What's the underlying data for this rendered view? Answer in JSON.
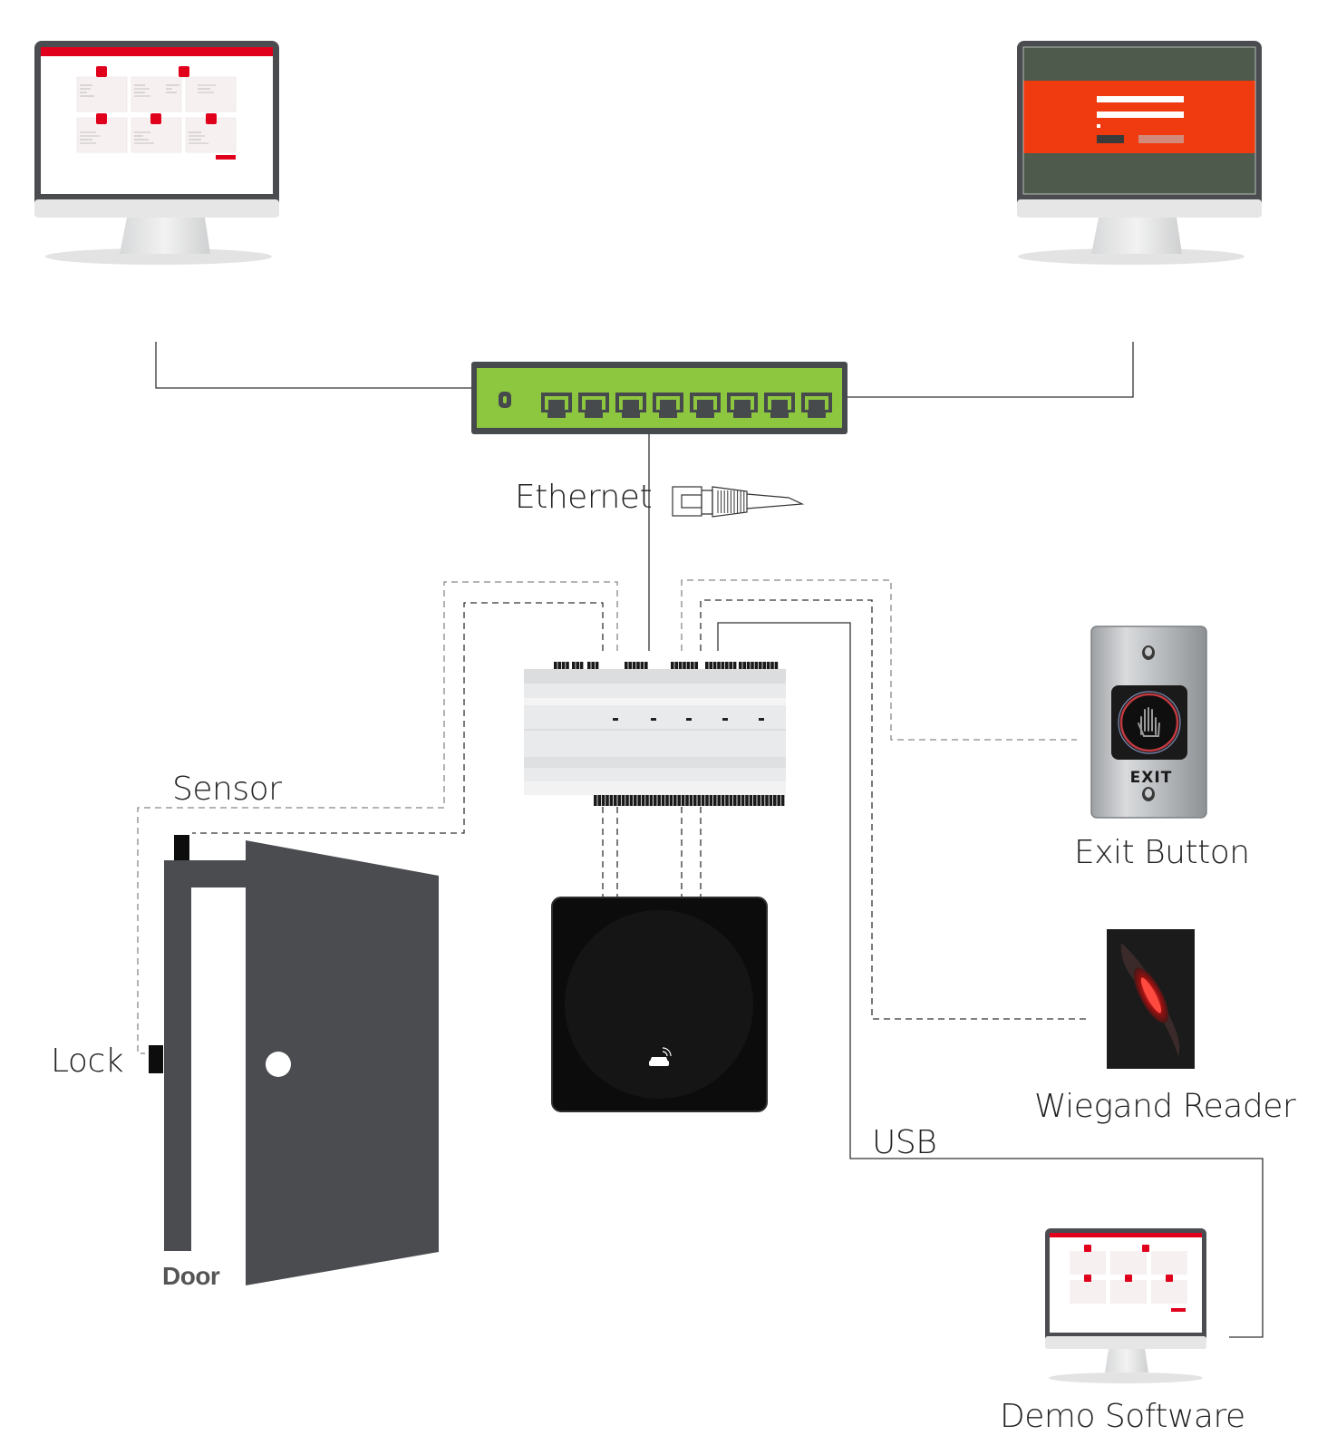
{
  "labels": {
    "ethernet": "Ethernet",
    "sensor": "Sensor",
    "lock": "Lock",
    "door": "Door",
    "exit_button": "Exit Button",
    "wiegand_reader": "Wiegand Reader",
    "usb": "USB",
    "demo_software": "Demo Software"
  },
  "exit_plate_text": "EXIT",
  "colors": {
    "brand_red": "#e0001b",
    "switch_green": "#8dc63f",
    "switch_body": "#474a4d",
    "door_gray": "#4a4c50",
    "monitor_bezel": "#4a4c50",
    "login_red": "#f03a10",
    "login_dark": "#4d5a4c"
  },
  "icons": [
    "monitor-icon",
    "network-switch-icon",
    "rj45-plug-icon",
    "controller-icon",
    "card-reader-icon",
    "exit-button-icon",
    "wiegand-reader-icon",
    "door-icon"
  ]
}
